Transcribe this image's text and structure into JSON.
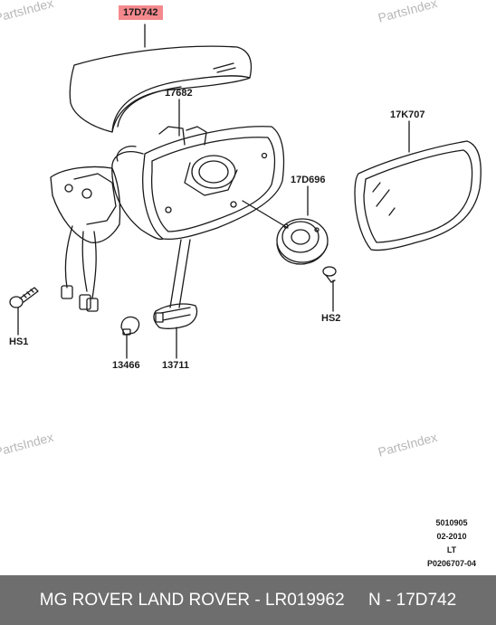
{
  "watermark": "PartsIndex",
  "callouts": {
    "cover": "17D742",
    "housing": "17682",
    "glass": "17K707",
    "motor": "17D696",
    "screw_right": "HS2",
    "screw_left": "HS1",
    "bulb": "13466",
    "lamp": "13711"
  },
  "meta": {
    "line1": "5010905",
    "line2": "02-2010",
    "line3": "LT",
    "line4": "P0206707-04"
  },
  "footer": {
    "text": "MG ROVER LAND ROVER - LR019962     N - 17D742"
  },
  "colors": {
    "highlight": "#f4898d",
    "footer_bg": "#6e6e6e",
    "line": "#1a1a1a",
    "watermark": "#b8b8b8"
  }
}
